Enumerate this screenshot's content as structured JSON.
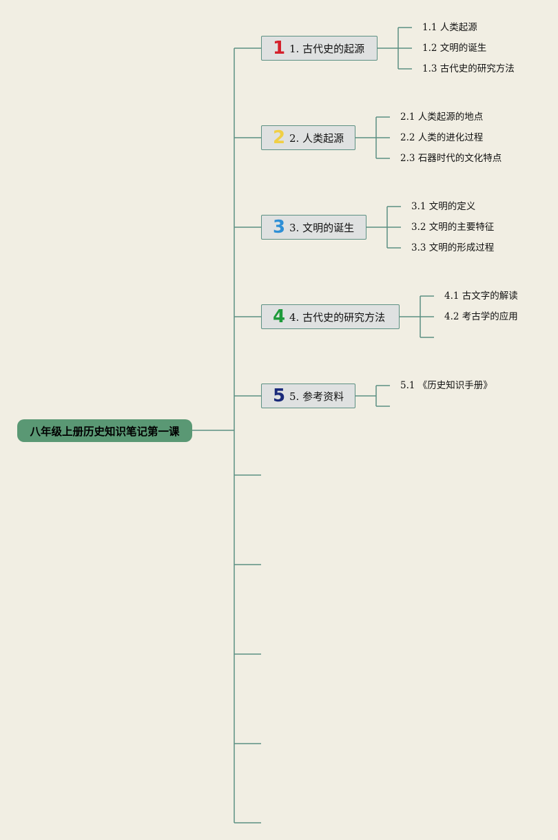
{
  "root": {
    "title": "八年级上册历史知识笔记第一课"
  },
  "topics": [
    {
      "number": "1",
      "number_color": "#d4202c",
      "label": "1. 古代史的起源",
      "subtopics": [
        "1.1 人类起源",
        "1.2 文明的诞生",
        "1.3 古代史的研究方法"
      ]
    },
    {
      "number": "2",
      "number_color": "#f0cf45",
      "label": "2. 人类起源",
      "subtopics": [
        "2.1 人类起源的地点",
        "2.2 人类的进化过程",
        "2.3 石器时代的文化特点"
      ]
    },
    {
      "number": "3",
      "number_color": "#2e8fd6",
      "label": "3. 文明的诞生",
      "subtopics": [
        "3.1 文明的定义",
        "3.2 文明的主要特征",
        "3.3 文明的形成过程"
      ]
    },
    {
      "number": "4",
      "number_color": "#1e9a3a",
      "label": "4. 古代史的研究方法",
      "subtopics": [
        "4.1 古文字的解读",
        "4.2 考古学的应用"
      ]
    },
    {
      "number": "5",
      "number_color": "#1a2a7a",
      "label": "5. 参考资料",
      "subtopics": [
        "5.1 《历史知识手册》"
      ]
    }
  ],
  "colors": {
    "background": "#f1eee3",
    "root_fill": "#5a9874",
    "line": "#5b8f82",
    "topic_fill": "#dfe1e1"
  }
}
